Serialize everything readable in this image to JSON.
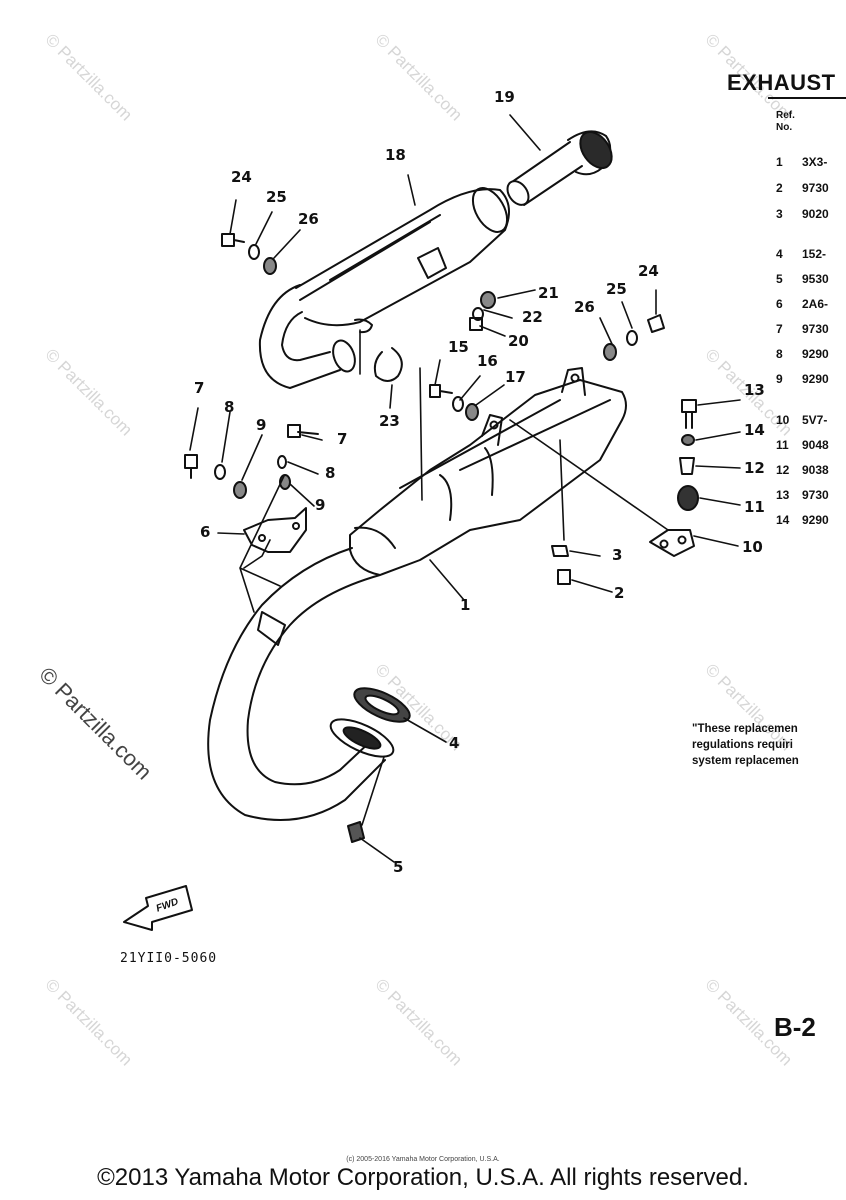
{
  "title": "EXHAUST",
  "parts_table": {
    "col_ref": "Ref.",
    "col_no": "No.",
    "rows": [
      {
        "ref": "1",
        "part": "3X3-"
      },
      {
        "ref": "2",
        "part": "9730"
      },
      {
        "ref": "3",
        "part": "9020"
      },
      {
        "ref": "4",
        "part": "152-"
      },
      {
        "ref": "5",
        "part": "9530"
      },
      {
        "ref": "6",
        "part": "2A6-"
      },
      {
        "ref": "7",
        "part": "9730"
      },
      {
        "ref": "8",
        "part": "9290"
      },
      {
        "ref": "9",
        "part": "9290"
      },
      {
        "ref": "10",
        "part": "5V7-"
      },
      {
        "ref": "11",
        "part": "9048"
      },
      {
        "ref": "12",
        "part": "9038"
      },
      {
        "ref": "13",
        "part": "9730"
      },
      {
        "ref": "14",
        "part": "9290"
      }
    ]
  },
  "note_lines": [
    "\"These replacemen",
    "regulations requiri",
    "system replacemen"
  ],
  "page_code": "B-2",
  "diagram_code": "21YII0-5060",
  "fwd_label": "FWD",
  "callouts": {
    "c1": "1",
    "c2": "2",
    "c3": "3",
    "c4": "4",
    "c5": "5",
    "c6": "6",
    "c7a": "7",
    "c7b": "7",
    "c8a": "8",
    "c8b": "8",
    "c9a": "9",
    "c9b": "9",
    "c10": "10",
    "c11": "11",
    "c12": "12",
    "c13": "13",
    "c14": "14",
    "c15": "15",
    "c16": "16",
    "c17": "17",
    "c18": "18",
    "c19": "19",
    "c20": "20",
    "c21": "21",
    "c22": "22",
    "c23": "23",
    "c24a": "24",
    "c24b": "24",
    "c25a": "25",
    "c25b": "25",
    "c26a": "26",
    "c26b": "26"
  },
  "watermark_text": "© Partzilla.com",
  "small_copyright": "(c) 2005-2016 Yamaha Motor Corporation, U.S.A.",
  "footer_copyright": "©2013 Yamaha Motor Corporation, U.S.A. All rights reserved."
}
